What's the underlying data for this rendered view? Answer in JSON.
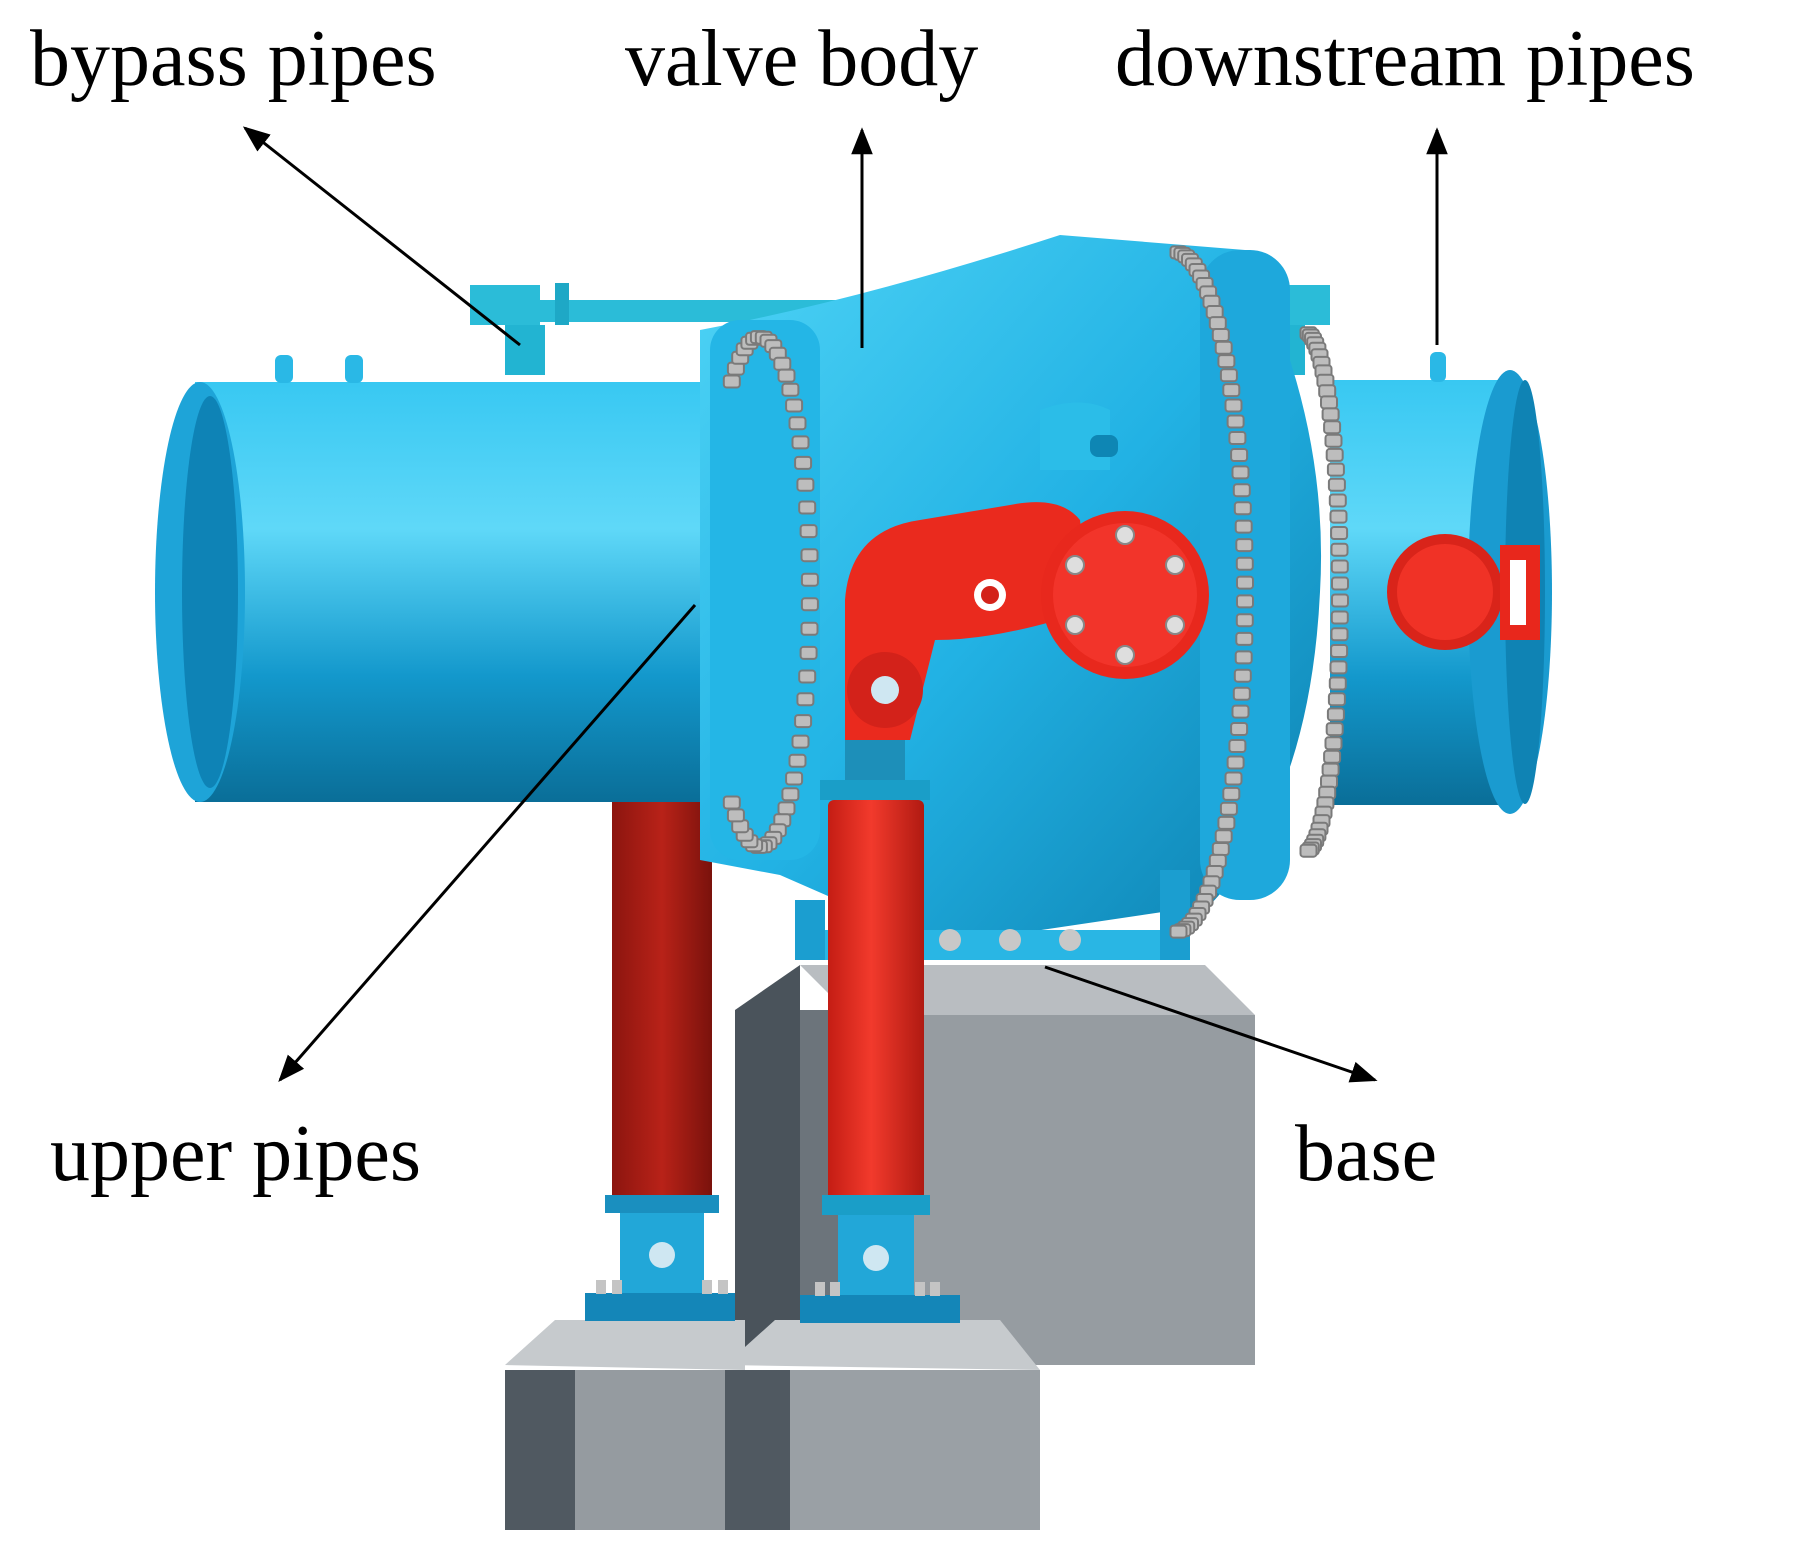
{
  "labels": {
    "bypass": "bypass pipes",
    "valve": "valve body",
    "downstream": "downstream pipes",
    "upper": "upper pipes",
    "base": "base"
  },
  "colors": {
    "pipe": "#1fb6e8",
    "pipe_dark": "#0a7fb0",
    "pipe_light": "#4fd2f4",
    "cylinder_red": "#e8261c",
    "cylinder_dark_red": "#a81a12",
    "concrete": "#a8adb2",
    "concrete_dark": "#4f5860",
    "bolt": "#b8b8b8"
  }
}
